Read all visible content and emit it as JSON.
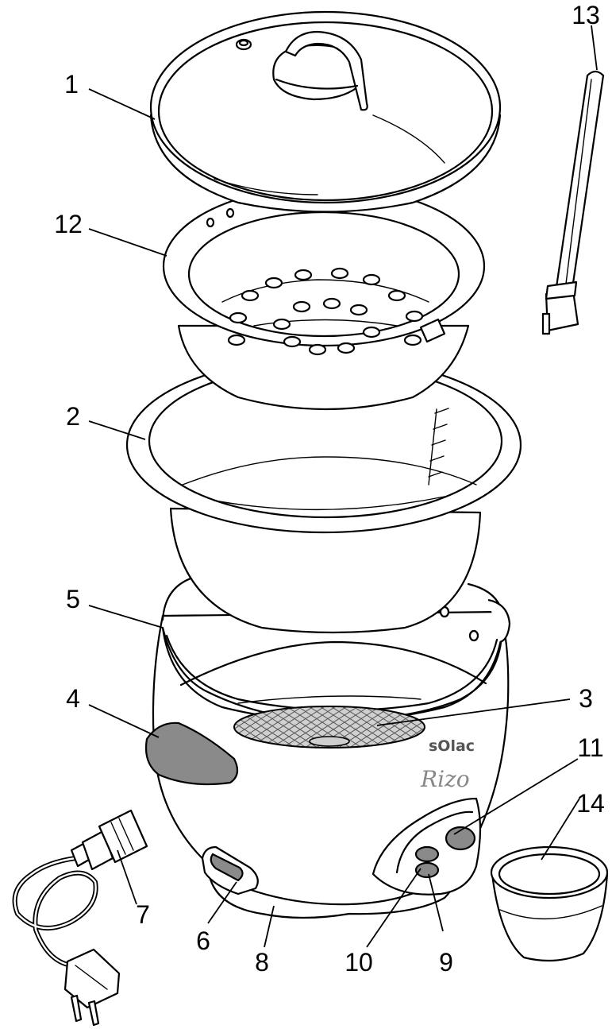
{
  "diagram": {
    "callouts": [
      {
        "id": "c1",
        "label": "1"
      },
      {
        "id": "c12",
        "label": "12"
      },
      {
        "id": "c2",
        "label": "2"
      },
      {
        "id": "c5",
        "label": "5"
      },
      {
        "id": "c4",
        "label": "4"
      },
      {
        "id": "c3",
        "label": "3"
      },
      {
        "id": "c11",
        "label": "11"
      },
      {
        "id": "c14",
        "label": "14"
      },
      {
        "id": "c13",
        "label": "13"
      },
      {
        "id": "c7",
        "label": "7"
      },
      {
        "id": "c6",
        "label": "6"
      },
      {
        "id": "c8",
        "label": "8"
      },
      {
        "id": "c10",
        "label": "10"
      },
      {
        "id": "c9",
        "label": "9"
      }
    ],
    "brand": "sOlac",
    "model": "Rizo"
  }
}
